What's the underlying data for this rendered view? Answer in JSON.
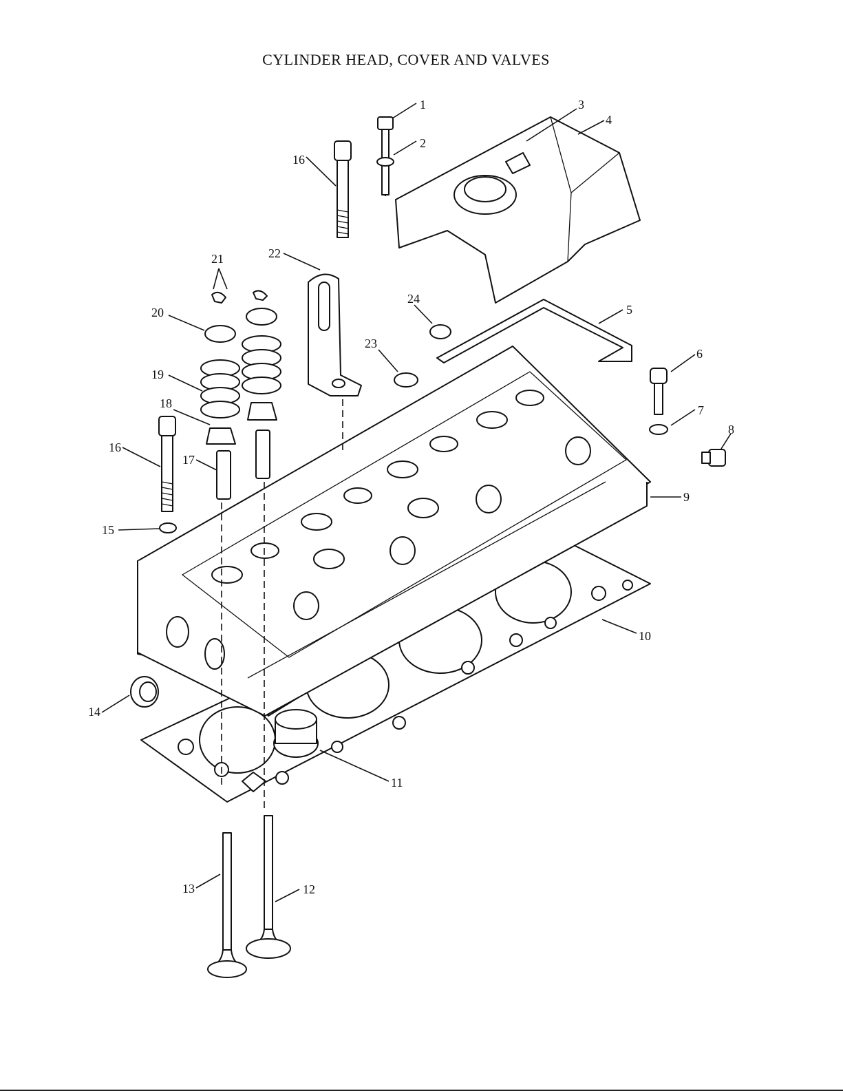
{
  "title": "CYLINDER HEAD, COVER AND VALVES",
  "callouts": [
    {
      "id": "1",
      "text": "1"
    },
    {
      "id": "2",
      "text": "2"
    },
    {
      "id": "3",
      "text": "3"
    },
    {
      "id": "4",
      "text": "4"
    },
    {
      "id": "5",
      "text": "5"
    },
    {
      "id": "6",
      "text": "6"
    },
    {
      "id": "7",
      "text": "7"
    },
    {
      "id": "8",
      "text": "8"
    },
    {
      "id": "9",
      "text": "9"
    },
    {
      "id": "10",
      "text": "10"
    },
    {
      "id": "11",
      "text": "11"
    },
    {
      "id": "12",
      "text": "12"
    },
    {
      "id": "13",
      "text": "13"
    },
    {
      "id": "14",
      "text": "14"
    },
    {
      "id": "15",
      "text": "15"
    },
    {
      "id": "16a",
      "text": "16"
    },
    {
      "id": "16b",
      "text": "16"
    },
    {
      "id": "17",
      "text": "17"
    },
    {
      "id": "18",
      "text": "18"
    },
    {
      "id": "19",
      "text": "19"
    },
    {
      "id": "20",
      "text": "20"
    },
    {
      "id": "21",
      "text": "21"
    },
    {
      "id": "22",
      "text": "22"
    },
    {
      "id": "23",
      "text": "23"
    },
    {
      "id": "24",
      "text": "24"
    }
  ]
}
